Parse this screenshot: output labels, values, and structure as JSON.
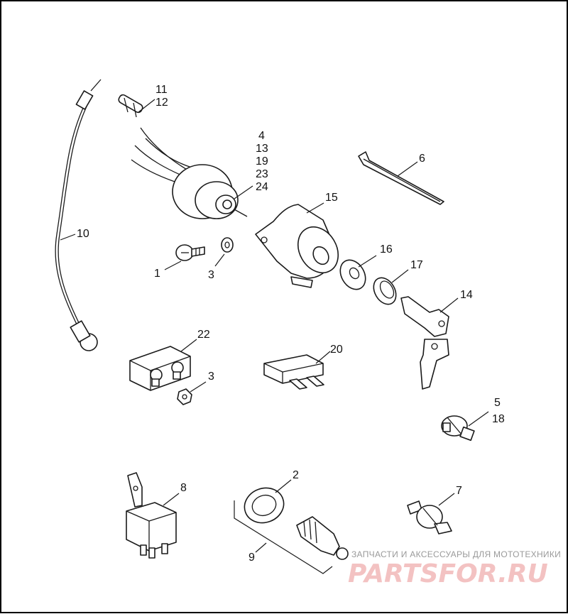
{
  "callouts": {
    "c1": "1",
    "c2": "2",
    "c3a": "3",
    "c3b": "3",
    "c4": "4",
    "c5": "5",
    "c6": "6",
    "c7": "7",
    "c8": "8",
    "c9": "9",
    "c10": "10",
    "c11": "11",
    "c12": "12",
    "c13": "13",
    "c14": "14",
    "c15": "15",
    "c16": "16",
    "c17": "17",
    "c18": "18",
    "c19": "19",
    "c20": "20",
    "c22": "22",
    "c23": "23",
    "c24": "24"
  },
  "watermark": {
    "tagline": "ЗАПЧАСТИ И АКСЕССУАРЫ ДЛЯ МОТОТЕХНИКИ",
    "logo": "PARTSFOR.RU"
  },
  "colors": {
    "line": "#1a1a1a",
    "watermark_logo": "#f2b8b8",
    "watermark_text": "#9a9a9a",
    "frame": "#000000"
  }
}
